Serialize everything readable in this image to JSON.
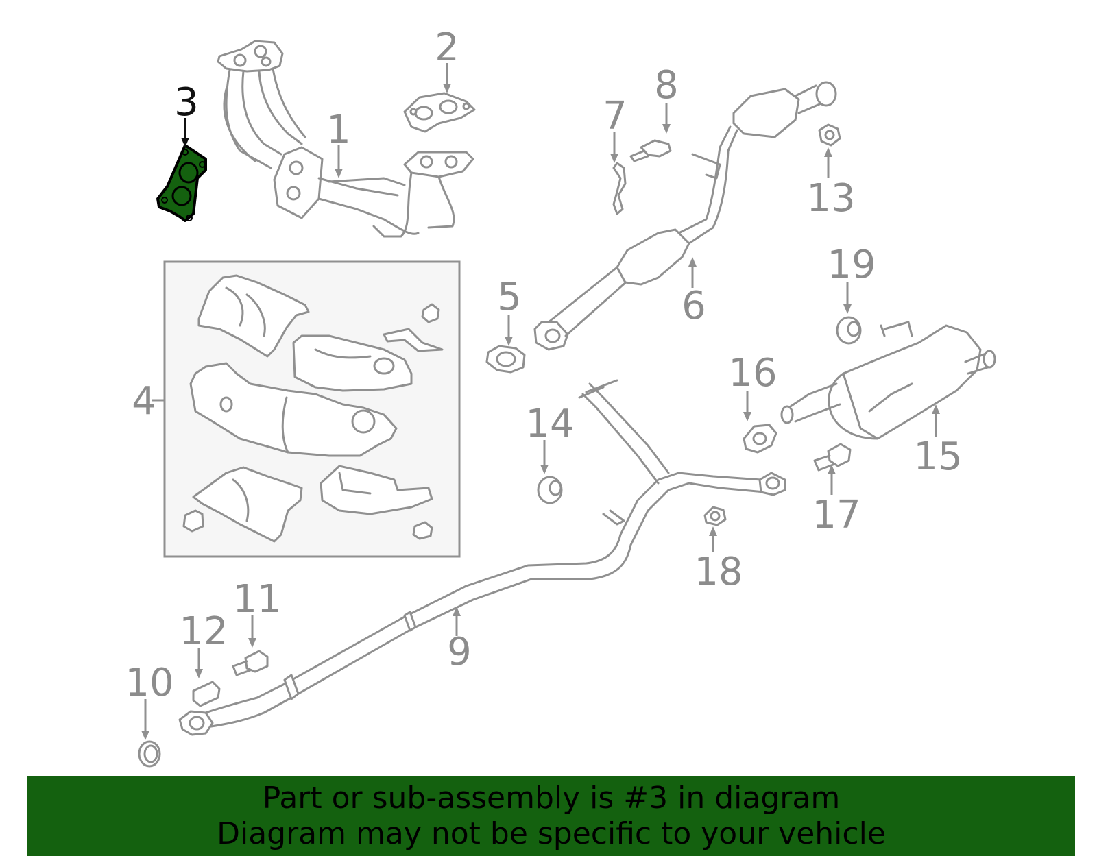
{
  "highlight_color": "#14610f",
  "highlighted_part": "3",
  "callouts": {
    "c1": "1",
    "c2": "2",
    "c3": "3",
    "c4": "4",
    "c5": "5",
    "c6": "6",
    "c7": "7",
    "c8": "8",
    "c9": "9",
    "c10": "10",
    "c11": "11",
    "c12": "12",
    "c13": "13",
    "c14": "14",
    "c15": "15",
    "c16": "16",
    "c17": "17",
    "c18": "18",
    "c19": "19"
  },
  "banner": {
    "line1": "Part or sub-assembly is #3 in diagram",
    "line2": "Diagram may not be specific to your vehicle"
  }
}
